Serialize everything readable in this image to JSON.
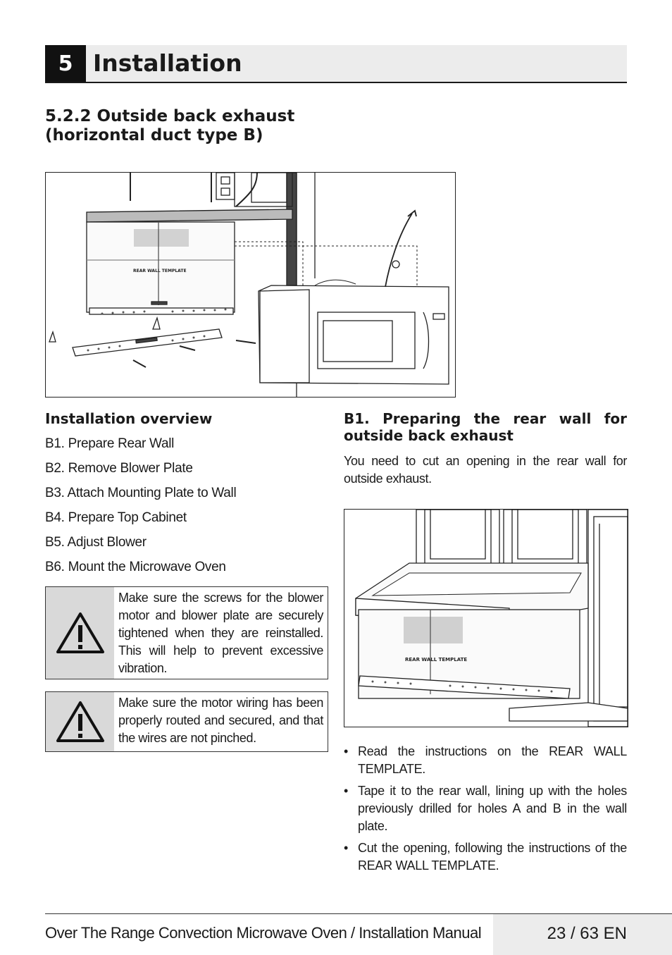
{
  "header": {
    "number": "5",
    "title": "Installation"
  },
  "section": {
    "title_line1": "5.2.2 Outside back exhaust",
    "title_line2": "(horizontal duct type B)"
  },
  "figure1": {
    "template_label": "REAR WALL TEMPLATE"
  },
  "overview": {
    "heading": "Installation overview",
    "steps": [
      "B1. Prepare Rear Wall",
      "B2. Remove Blower Plate",
      "B3. Attach Mounting Plate to Wall",
      "B4. Prepare Top Cabinet",
      "B5. Adjust Blower",
      "B6. Mount the Microwave Oven"
    ]
  },
  "warnings": [
    "Make sure the screws for the blower motor and blower plate are securely tightened when they are reinstalled. This will help to prevent excessive vibration.",
    "Make sure the motor wiring has been properly routed and secured, and that the wires are not pinched."
  ],
  "b1": {
    "heading": "B1. Preparing the rear wall for outside back exhaust",
    "intro": "You need to cut an opening in the rear wall for outside exhaust.",
    "bullets": [
      "Read the instructions on the REAR WALL TEMPLATE.",
      "Tape it to the rear wall, lining up with the holes previously drilled for holes A and B in the wall plate.",
      "Cut the opening, following the instructions of the REAR WALL TEMPLATE."
    ]
  },
  "figure2": {
    "template_label": "REAR WALL TEMPLATE"
  },
  "footer": {
    "text": "Over The Range Convection Microwave Oven / Installation Manual",
    "page": "23 / 63 EN"
  }
}
